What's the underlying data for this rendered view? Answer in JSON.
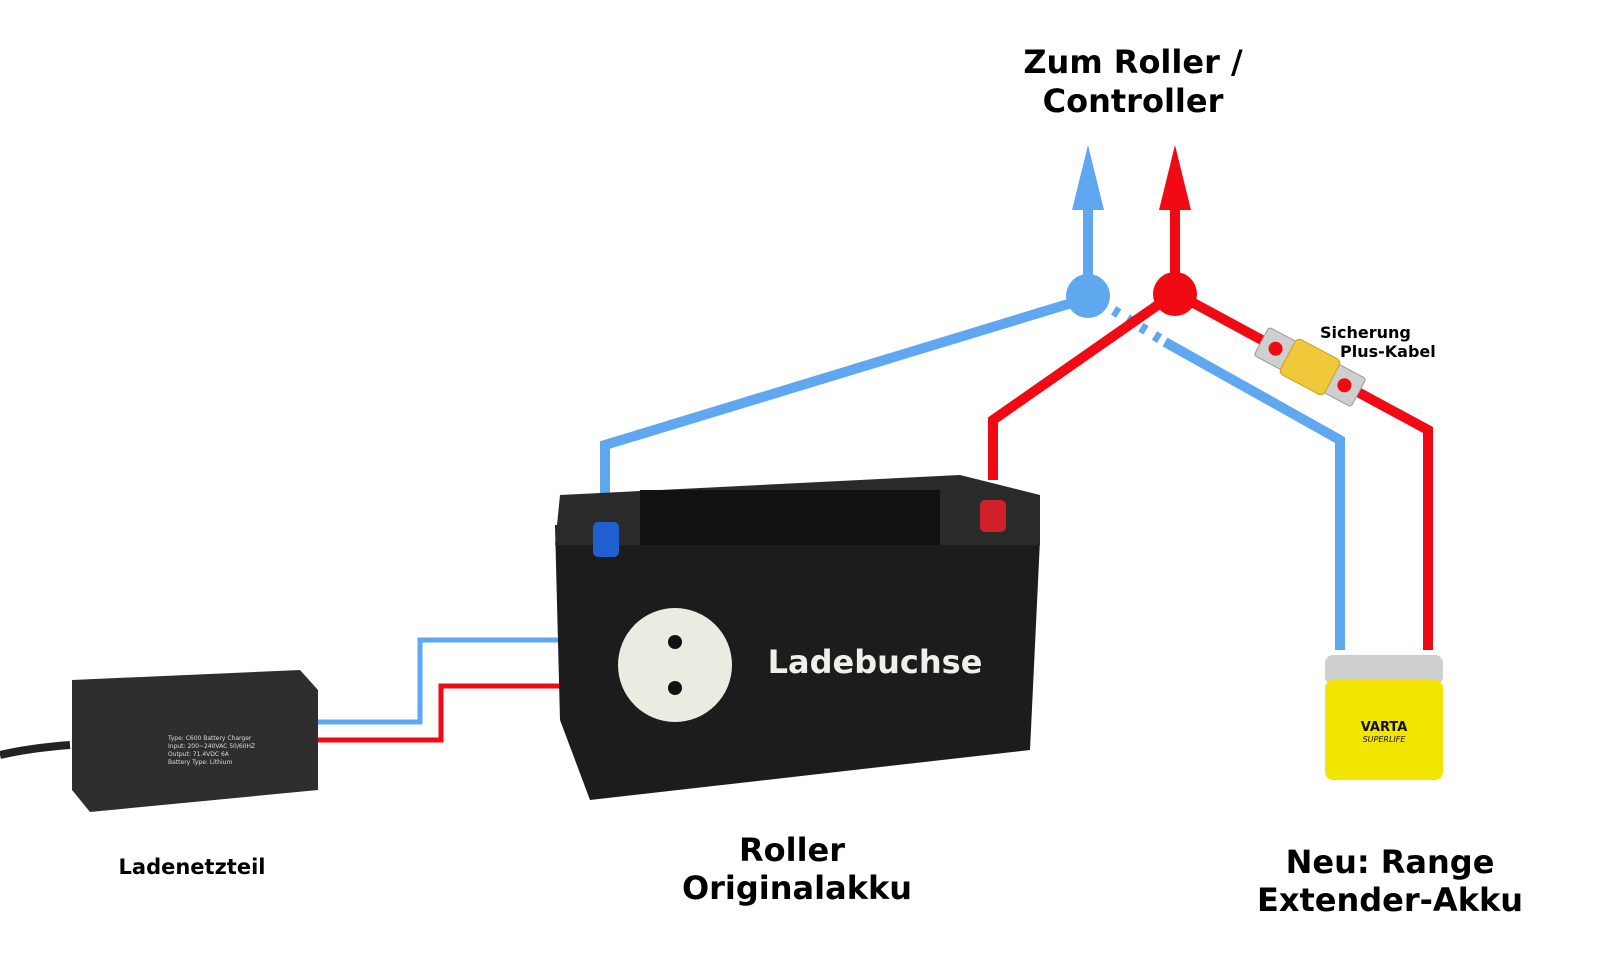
{
  "labels": {
    "destination_line1": "Zum Roller /",
    "destination_line2": "Controller",
    "fuse_line1": "Sicherung",
    "fuse_line2": "Plus-Kabel",
    "charger": "Ladenetzteil",
    "main_battery_line1": "Roller",
    "main_battery_line2": "Originalakku",
    "extender_line1": "Neu: Range",
    "extender_line2": "Extender-Akku",
    "socket": "Ladebuchse"
  },
  "charger_plate": {
    "line1": "Type: C600 Battery Charger",
    "line2": "Input: 200~240VAC 50/60HZ",
    "line3": "Output: 71.4VDC 6A",
    "line4": "Battery Type: Lithium"
  },
  "extender_brand": {
    "brand": "VARTA",
    "model": "SUPERLIFE"
  },
  "colors": {
    "negative": "#5fa8f0",
    "positive": "#f00a14",
    "extender": "#f2e500"
  }
}
